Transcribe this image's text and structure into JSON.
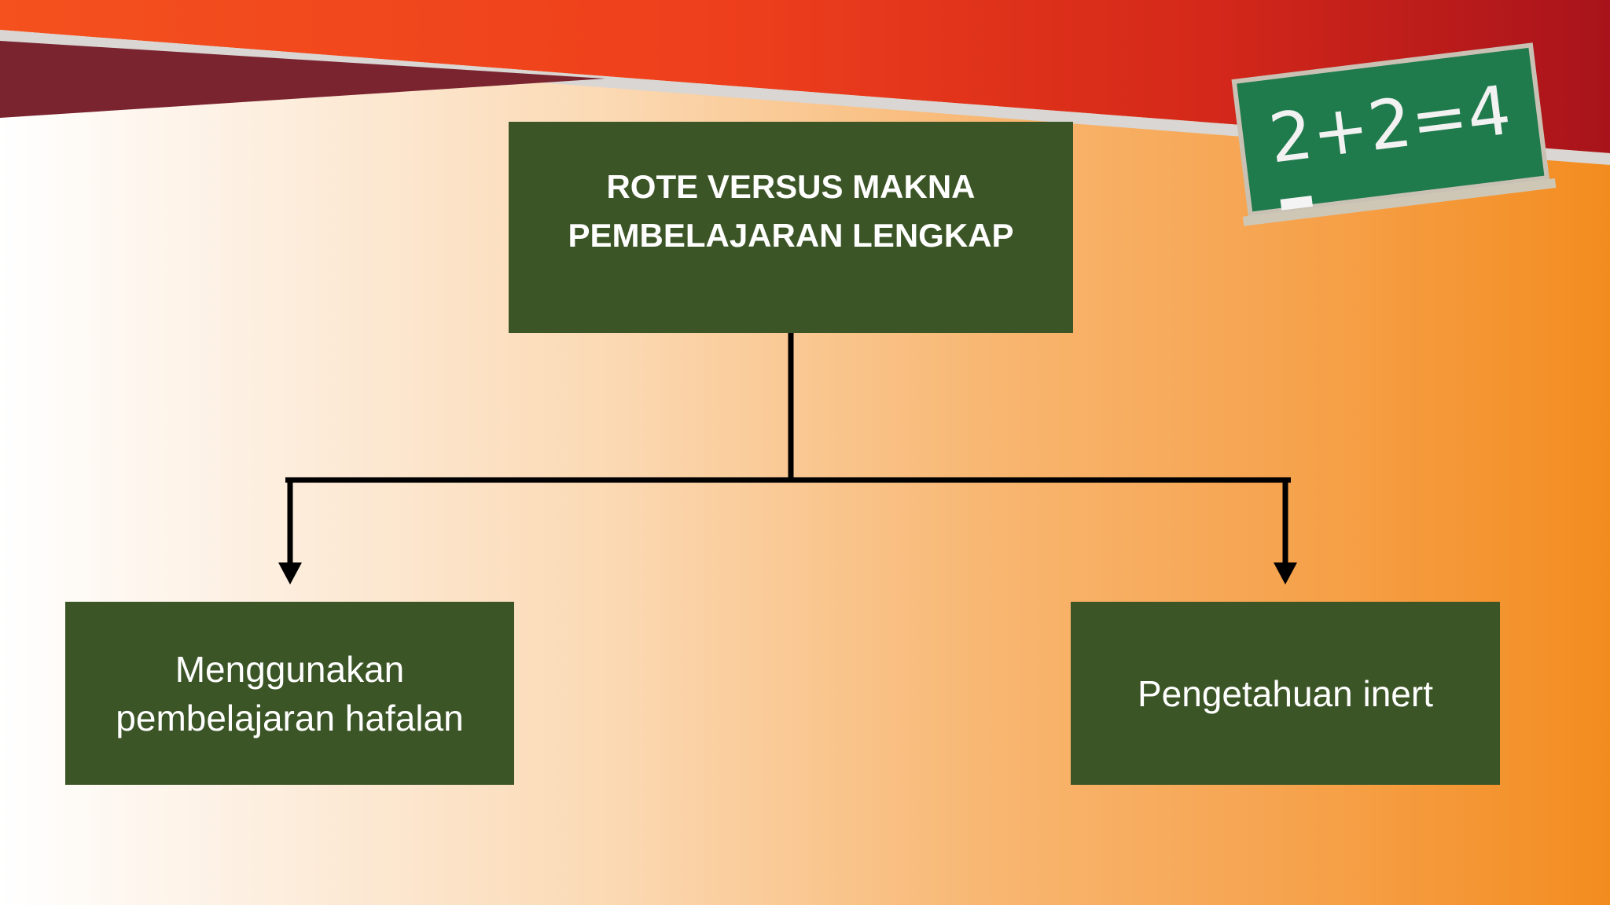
{
  "title": {
    "text": "ROTE VERSUS MAKNA\nPEMBELAJARAN LENGKAP"
  },
  "nodes": [
    {
      "text": "Menggunakan\npembelajaran hafalan"
    },
    {
      "text": "Pengetahuan inert"
    }
  ],
  "decoration": {
    "chalkboard_text": "2+2=4",
    "chalkboard_icon": "chalkboard-icon"
  },
  "colors": {
    "box_fill": "#3c5527",
    "box_text": "#ffffff",
    "banner_red": "#d8261b",
    "banner_orange": "#f4511e",
    "banner_maroon": "#7a2430",
    "chalkboard": "#1f7a4c"
  }
}
